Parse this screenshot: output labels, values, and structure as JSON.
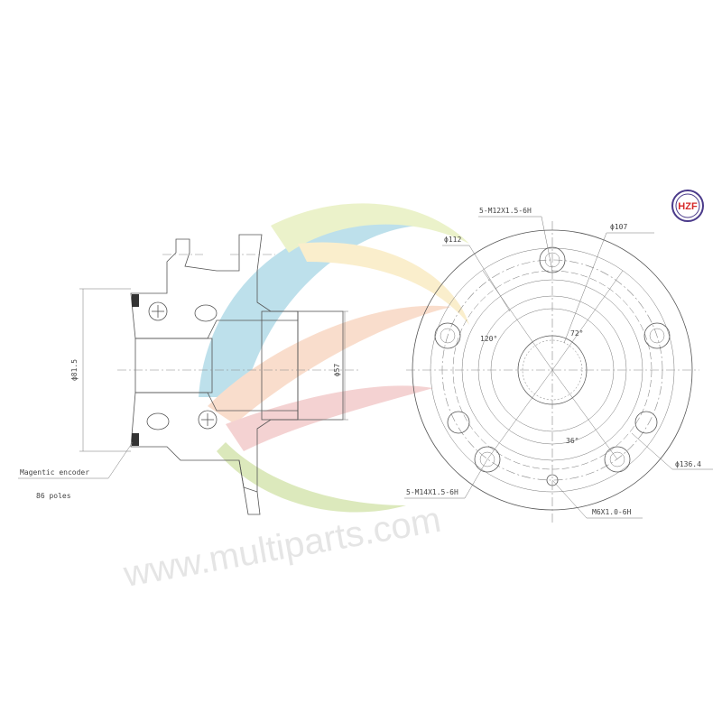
{
  "logo": {
    "text": "HZF",
    "color": "#d62a2a",
    "ring_color": "#4a3a8a"
  },
  "watermark": {
    "text": "www.multiparts.com"
  },
  "section_view": {
    "dim_outer": "ϕ81.5",
    "dim_inner": "ϕ57",
    "encoder_label": "Magentic encoder",
    "encoder_poles": "86 poles"
  },
  "face_view": {
    "bolt_thread_top": "5-M12X1.5-6H",
    "dia_112": "ϕ112",
    "dia_107": "ϕ107",
    "angle_120": "120°",
    "angle_72": "72°",
    "angle_36": "36°",
    "dia_136": "ϕ136.4",
    "bolt_thread_bottom": "5-M14X1.5-6H",
    "screw_thread": "M6X1.0-6H"
  }
}
